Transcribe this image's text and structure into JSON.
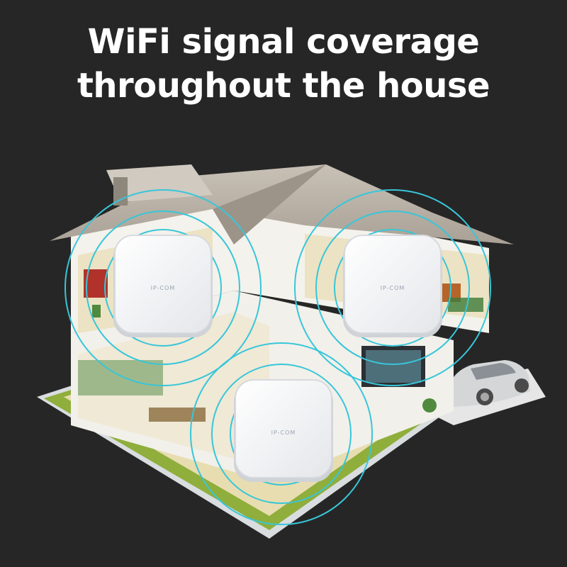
{
  "headline": {
    "line1": "WiFi signal coverage",
    "line2": "throughout the house"
  },
  "access_points": [
    {
      "brand": "IP-COM"
    },
    {
      "brand": "IP-COM"
    },
    {
      "brand": "IP-COM"
    }
  ],
  "colors": {
    "background": "#262626",
    "headline": "#ffffff",
    "signal_rings": "#38c6d9",
    "roof": "#b9b2a8",
    "walls": "#f2f0ea",
    "floor": "#e8ddb0",
    "lawn": "#8fae3c"
  }
}
